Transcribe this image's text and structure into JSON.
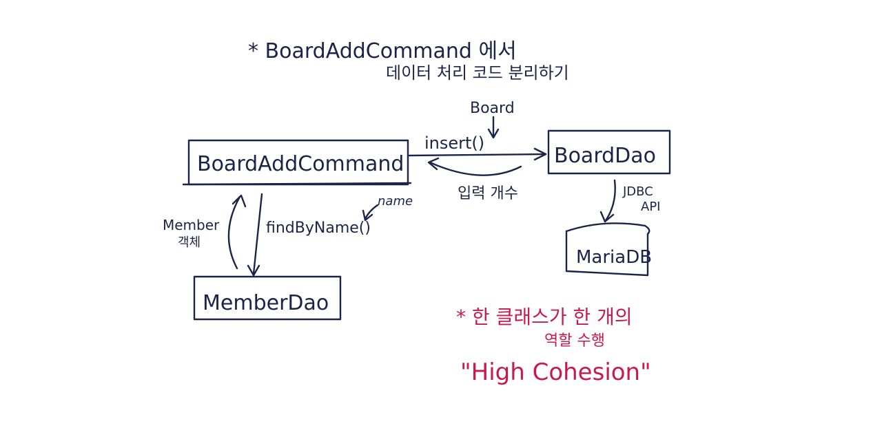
{
  "note_top": {
    "line1": "* BoardAddCommand 에서",
    "line2": "데이터 처리 코드 분리하기"
  },
  "boxes": {
    "board_add_command": "BoardAddCommand",
    "board_dao": "BoardDao",
    "member_dao": "MemberDao",
    "database": "MariaDB"
  },
  "labels": {
    "board": "Board",
    "insert": "insert()",
    "return_count": "입력 개수",
    "jdbc": "JDBC",
    "api": "API",
    "name": "name",
    "find_by_name": "findByName()",
    "member": "Member",
    "member_object": "객체"
  },
  "note_bottom": {
    "line1": "* 한 클래스가 한 개의",
    "line2": "역할 수행",
    "line3": "\"High Cohesion\""
  },
  "colors": {
    "ink": "#1a2448",
    "accent": "#c8194f"
  }
}
